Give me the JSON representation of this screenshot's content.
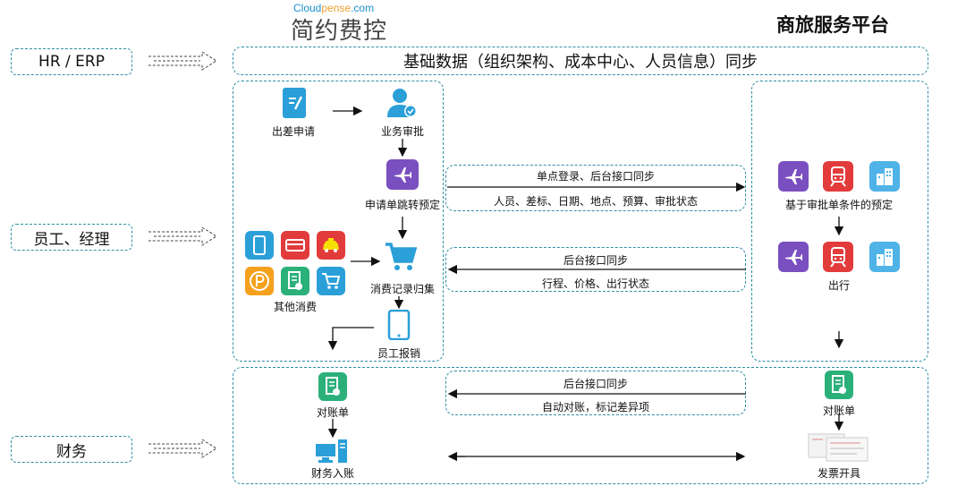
{
  "brand": {
    "top_text": "Cloudpense.com",
    "name": "简约费控"
  },
  "platform_title": "商旅服务平台",
  "roles": {
    "hr": "HR / ERP",
    "staff": "员工、经理",
    "finance": "财务"
  },
  "sync_banner": "基础数据（组织架构、成本中心、人员信息）同步",
  "left_flow": {
    "trip_request": "出差申请",
    "approval": "业务审批",
    "jump_booking": "申请单跳转预定",
    "other_spending": "其他消费",
    "expense_collect": "消费记录归集",
    "reimbursement": "员工报销"
  },
  "middle": {
    "sso_title": "单点登录、后台接口同步",
    "sso_detail": "人员、差标、日期、地点、预算、审批状态",
    "sync2_title": "后台接口同步",
    "sync2_detail": "行程、价格、出行状态",
    "sync3_title": "后台接口同步",
    "sync3_detail": "自动对账，标记差异项"
  },
  "right_flow": {
    "booking": "基于审批单条件的预定",
    "travel": "出行",
    "statement": "对账单",
    "invoice": "发票开具"
  },
  "finance_flow": {
    "statement": "对账单",
    "posting": "财务入账"
  },
  "colors": {
    "dash": "#2f8fa6",
    "blue": "#2a9fd8",
    "purple": "#7a4fc0",
    "red": "#e23b3b",
    "green": "#2bb07a",
    "orange": "#f5a11c",
    "yellow": "#f6b800"
  }
}
